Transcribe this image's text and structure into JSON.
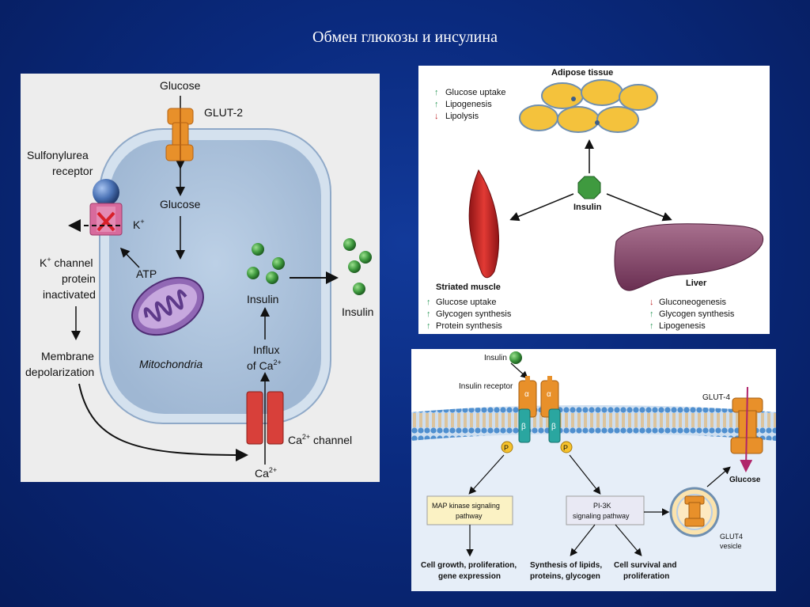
{
  "slide": {
    "title": "Обмен глюкозы и инсулина"
  },
  "beta_cell": {
    "glucose_top": "Glucose",
    "glut2": "GLUT-2",
    "glucose_inside": "Glucose",
    "sulfonylurea_line1": "Sulfonylurea",
    "sulfonylurea_line2": "receptor",
    "k_ion": "K",
    "k_plus": "+",
    "atp": "ATP",
    "k_channel_line1": "K",
    "k_channel_line1_sup": "+",
    "k_channel_line1_rest": " channel",
    "k_channel_line2": "protein",
    "k_channel_line3": "inactivated",
    "membrane_line1": "Membrane",
    "membrane_line2": "depolarization",
    "mitochondria": "Mitochondria",
    "insulin_inside": "Insulin",
    "insulin_outside": "Insulin",
    "influx_line1": "Influx",
    "influx_line2": "of Ca",
    "influx_sup": "2+",
    "ca_channel_prefix": "Ca",
    "ca_channel_sup": "2+",
    "ca_channel_suffix": " channel",
    "ca_bottom": "Ca",
    "ca_bottom_sup": "2+"
  },
  "tissues": {
    "adipose_title": "Adipose tissue",
    "adipose_effects": [
      {
        "dir": "up",
        "text": "Glucose uptake"
      },
      {
        "dir": "up",
        "text": "Lipogenesis"
      },
      {
        "dir": "down",
        "text": "Lipolysis"
      }
    ],
    "insulin_label": "Insulin",
    "muscle_title": "Striated muscle",
    "muscle_effects": [
      {
        "dir": "up",
        "text": "Glucose uptake"
      },
      {
        "dir": "up",
        "text": "Glycogen synthesis"
      },
      {
        "dir": "up",
        "text": "Protein synthesis"
      }
    ],
    "liver_title": "Liver",
    "liver_effects": [
      {
        "dir": "down",
        "text": "Gluconeogenesis"
      },
      {
        "dir": "up",
        "text": "Glycogen synthesis"
      },
      {
        "dir": "up",
        "text": "Lipogenesis"
      }
    ],
    "up_color": "#2e9a5a",
    "down_color": "#c0262b"
  },
  "signaling": {
    "insulin": "Insulin",
    "insulin_receptor": "Insulin receptor",
    "alpha": "α",
    "beta": "β",
    "p": "P",
    "glut4": "GLUT-4",
    "glucose": "Glucose",
    "map_line1": "MAP kinase signaling",
    "map_line2": "pathway",
    "pi3k_line1": "PI-3K",
    "pi3k_line2": "signaling pathway",
    "glut4_vesicle_line1": "GLUT4",
    "glut4_vesicle_line2": "vesicle",
    "out1_line1": "Cell growth, proliferation,",
    "out1_line2": "gene expression",
    "out2_line1": "Synthesis of lipids,",
    "out2_line2": "proteins, glycogen",
    "out3_line1": "Cell survival and",
    "out3_line2": "proliferation"
  },
  "colors": {
    "cell_fill": "#a9bfd9",
    "glut_orange": "#e8902a",
    "mito_purple": "#7a4fa0",
    "insulin_green": "#3f9a3f",
    "ca_channel_red": "#d8403a",
    "membrane_blue": "#4f8fcf",
    "receptor_teal": "#2aa6a0",
    "box_yellow": "#fbf2c4",
    "arrow_magenta": "#b0246a"
  }
}
